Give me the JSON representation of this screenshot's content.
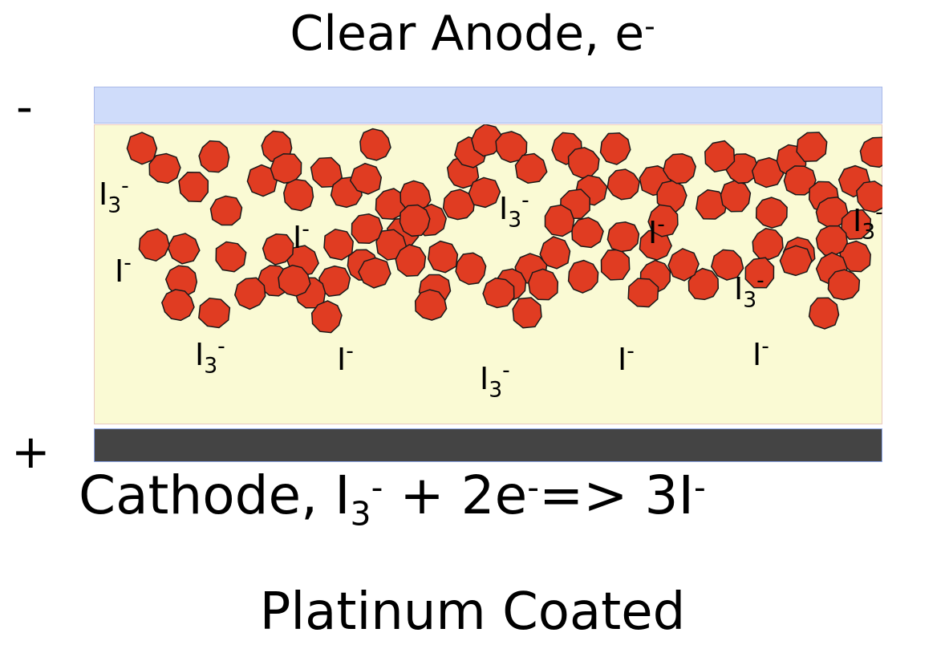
{
  "title": "Clear Anode, e",
  "title_superscript": "-",
  "anode_sign": "-",
  "cathode_sign": "+",
  "equation": {
    "prefix": "Cathode, I",
    "sub1": "3",
    "sup1": "-",
    "middle": " + 2e",
    "sup2": "-",
    "arrow": "=> 3I",
    "sup3": "-"
  },
  "subtitle": "Platinum Coated",
  "ions": [
    {
      "base": "I",
      "sub": "3",
      "sup": "-"
    },
    {
      "base": "I",
      "sub": "",
      "sup": "-"
    },
    {
      "base": "I",
      "sub": "3",
      "sup": "-"
    },
    {
      "base": "I",
      "sub": "",
      "sup": "-"
    },
    {
      "base": "I",
      "sub": "3",
      "sup": "-"
    },
    {
      "base": "I",
      "sub": "3",
      "sup": "-"
    },
    {
      "base": "I",
      "sub": "",
      "sup": "-"
    },
    {
      "base": "I",
      "sub": "",
      "sup": "-"
    },
    {
      "base": "I",
      "sub": "3",
      "sup": "-"
    },
    {
      "base": "I",
      "sub": "",
      "sup": "-"
    },
    {
      "base": "I",
      "sub": "3",
      "sup": "-"
    },
    {
      "base": "I",
      "sub": "",
      "sup": "-"
    }
  ],
  "colors": {
    "anode": "#cfdcfa",
    "electrolyte": "#fafad4",
    "cathode": "#444444",
    "particle": "#e03c22"
  }
}
